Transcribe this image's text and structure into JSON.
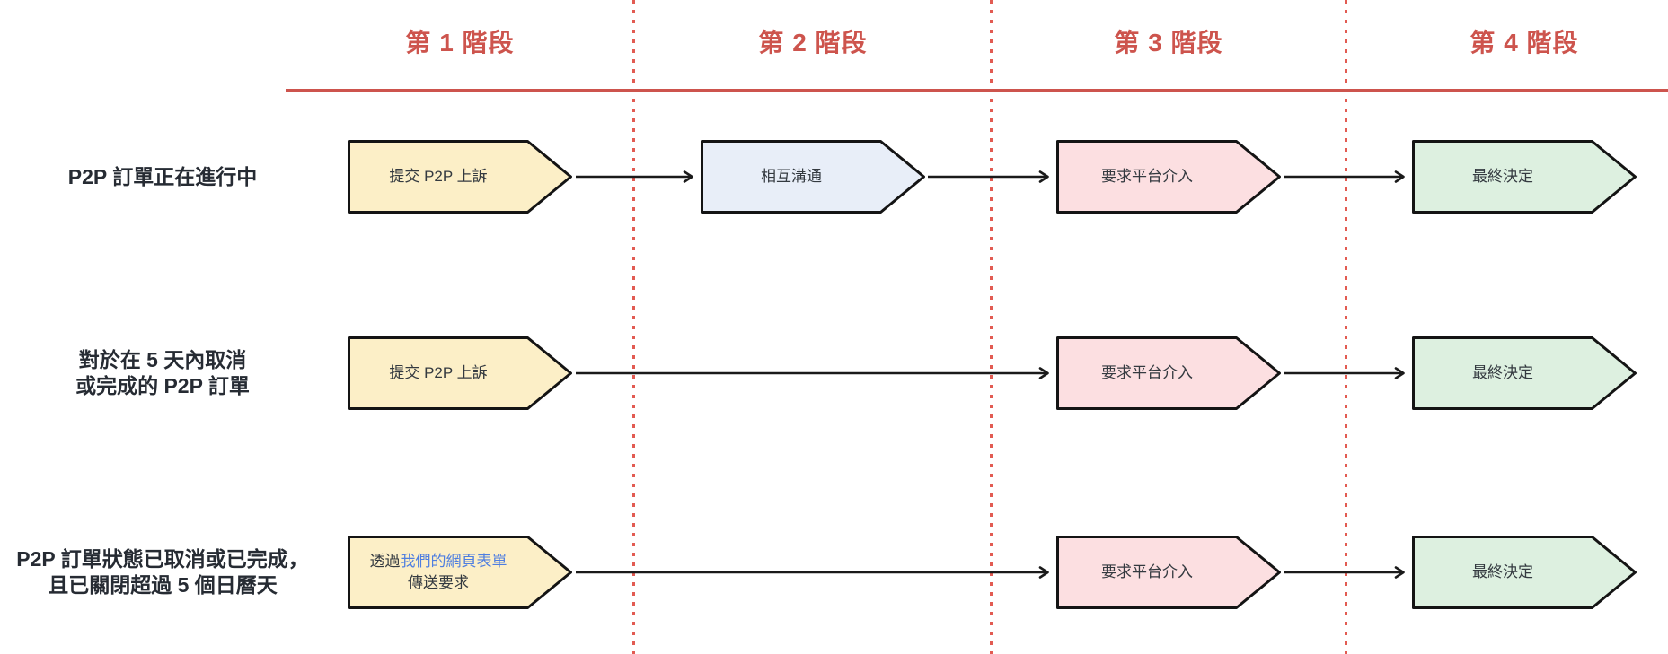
{
  "stages": [
    {
      "label": "第 1 階段"
    },
    {
      "label": "第 2 階段"
    },
    {
      "label": "第 3 階段"
    },
    {
      "label": "第 4 階段"
    }
  ],
  "rows": [
    {
      "label_lines": [
        "P2P 訂單正在進行中"
      ],
      "steps": {
        "stage1": "提交 P2P 上訴",
        "stage2": "相互溝通",
        "stage3": "要求平台介入",
        "stage4": "最終決定"
      }
    },
    {
      "label_lines": [
        "對於在 5 天內取消",
        "或完成的 P2P 訂單"
      ],
      "steps": {
        "stage1": "提交 P2P 上訴",
        "stage3": "要求平台介入",
        "stage4": "最終決定"
      }
    },
    {
      "label_lines": [
        "P2P 訂單狀態已取消或已完成，",
        "且已關閉超過 5 個日曆天"
      ],
      "steps": {
        "stage1": {
          "prefix": "透過",
          "link": "我們的網頁表單",
          "line2": "傳送要求"
        },
        "stage3": "要求平台介入",
        "stage4": "最終決定"
      }
    }
  ],
  "colors": {
    "accent_red": "#cd544d",
    "divider_red": "#e25b52",
    "box_border": "#141414",
    "arrow_black": "#1a1a1a",
    "stage1_yellow": "#fcefc7",
    "stage2_blue": "#e8eef8",
    "stage3_pink": "#fcdfe1",
    "stage4_green": "#ddf0e0",
    "link_blue": "#4e7ee0",
    "label_dark": "#262b33"
  }
}
